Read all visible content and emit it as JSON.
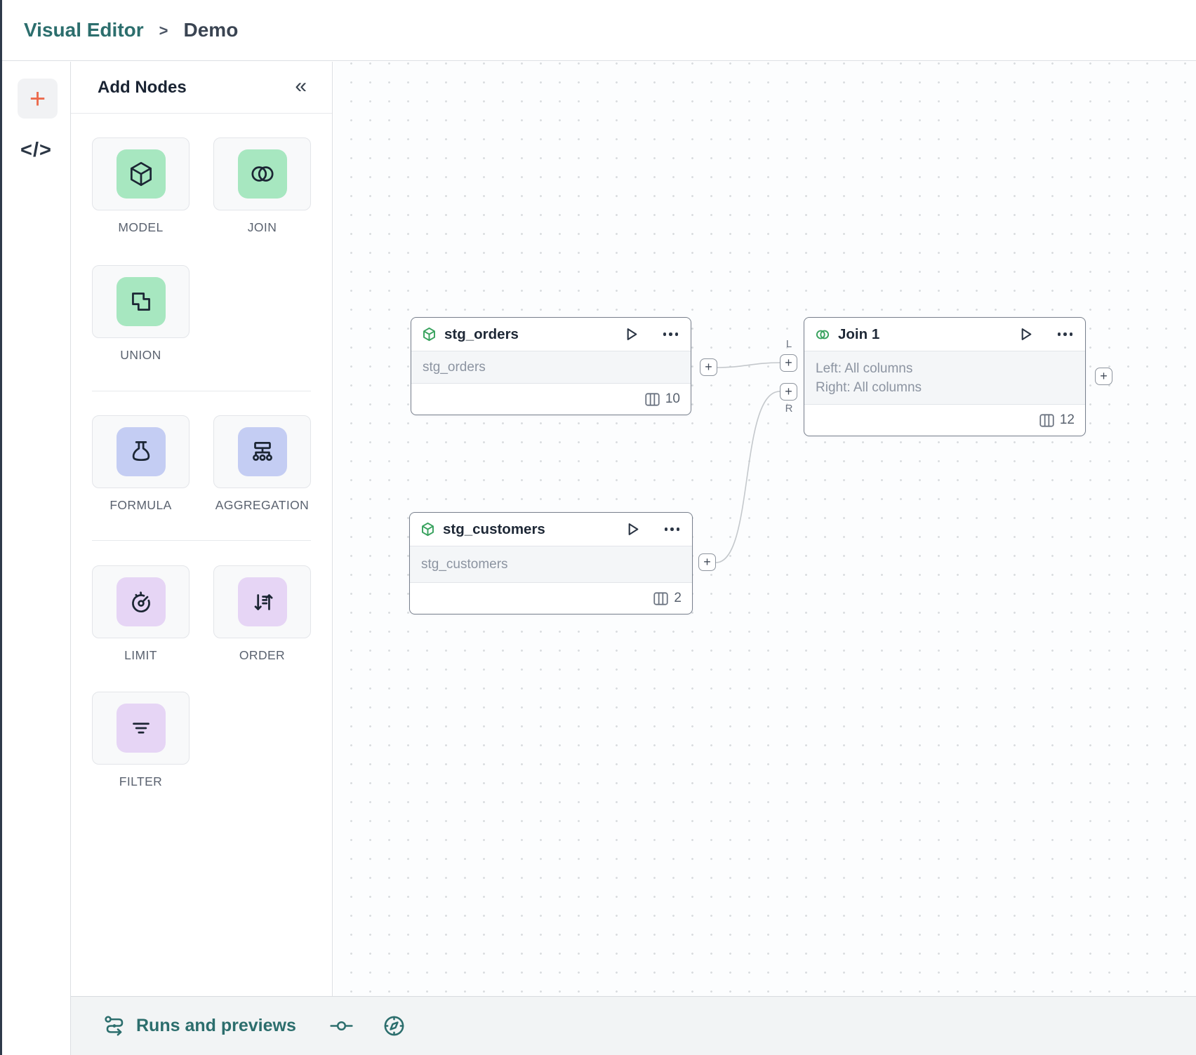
{
  "header": {
    "app": "Visual Editor",
    "separator": ">",
    "page": "Demo"
  },
  "rail": {
    "add": "+",
    "code": "</>"
  },
  "panel": {
    "title": "Add Nodes",
    "collapse": "«",
    "labels": {
      "model": "MODEL",
      "join": "JOIN",
      "union": "UNION",
      "formula": "FORMULA",
      "aggregation": "AGGREGATION",
      "limit": "LIMIT",
      "order": "ORDER",
      "filter": "FILTER"
    }
  },
  "canvas": {
    "plus": "+",
    "nodes": {
      "stg_orders": {
        "title": "stg_orders",
        "model": "stg_orders",
        "columns": "10"
      },
      "stg_customers": {
        "title": "stg_customers",
        "model": "stg_customers",
        "columns": "2"
      },
      "join": {
        "title": "Join 1",
        "left": "Left: All columns",
        "right": "Right: All columns",
        "columns": "12",
        "port_left": "L",
        "port_right": "R"
      }
    }
  },
  "bottom_bar": {
    "runs_label": "Runs and previews"
  },
  "colors": {
    "teal": "#2c6e6d",
    "orange": "#ec6a4c",
    "green_tile": "#a7e7c0",
    "blue_tile": "#c4cdf3",
    "purple_tile": "#e6d5f5",
    "node_icon_green": "#3aa35f",
    "connector": "#c4c8cc"
  }
}
